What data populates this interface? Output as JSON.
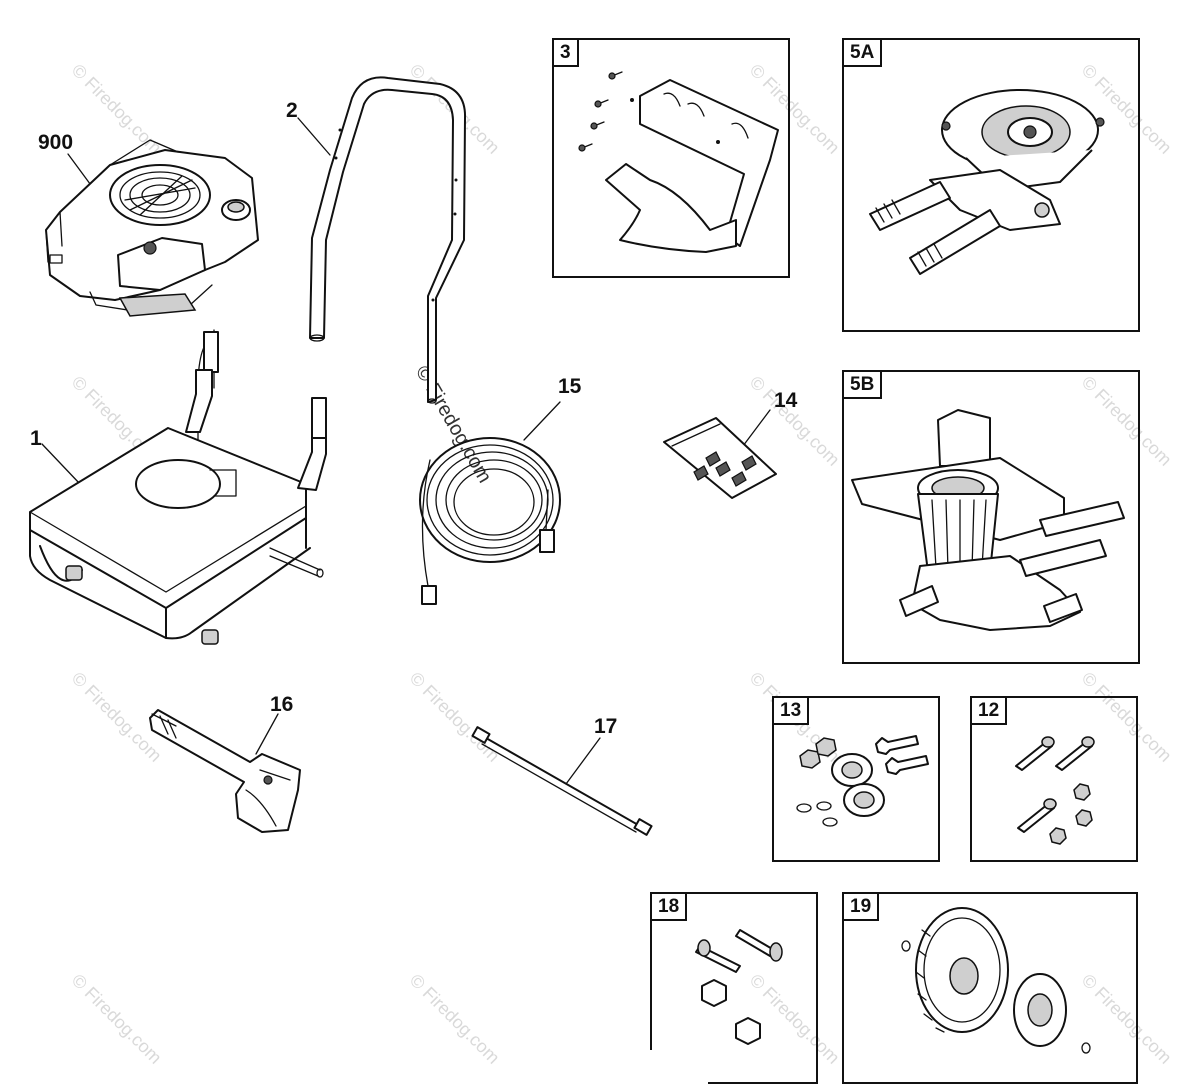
{
  "watermark": {
    "small": "© Firedog.com",
    "center": "© Firedog.com"
  },
  "callouts": {
    "engine": "900",
    "handle": "2",
    "frame": "1",
    "hose": "15",
    "nozzle_kit": "14",
    "spray_gun": "16",
    "wand": "17"
  },
  "boxes": {
    "bracket": "3",
    "pump_a": "5A",
    "pump_b": "5B",
    "hardware_13": "13",
    "hardware_12": "12",
    "hardware_18": "18",
    "wheel_kit": "19"
  }
}
